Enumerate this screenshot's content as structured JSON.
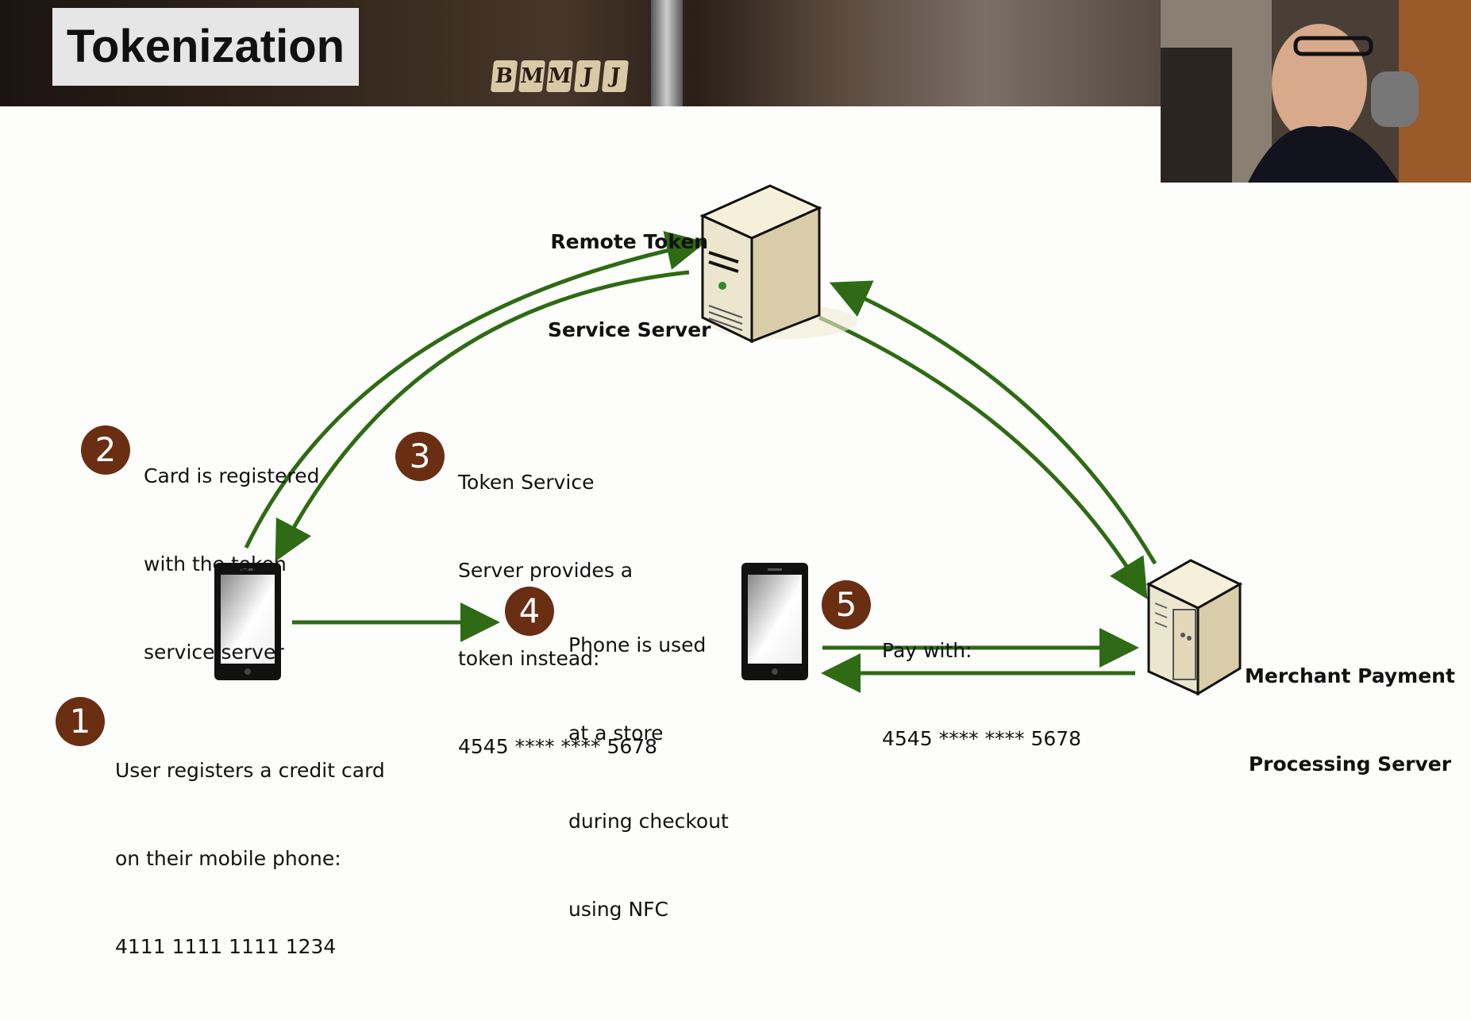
{
  "title": "Tokenization",
  "banner_dial_letters": [
    "B",
    "M",
    "M",
    "J",
    "J"
  ],
  "remote_server_label": [
    "Remote Token",
    "Service Server"
  ],
  "merchant_server_label": [
    "Merchant Payment",
    "Processing Server"
  ],
  "steps": [
    {
      "number": "1",
      "lines": [
        "User registers a credit card",
        "on their mobile phone:",
        "4111 1111 1111 1234"
      ]
    },
    {
      "number": "2",
      "lines": [
        "Card is registered",
        "with the token",
        "service server"
      ]
    },
    {
      "number": "3",
      "lines": [
        "Token Service",
        "Server provides a",
        "token instead:",
        "4545 **** **** 5678"
      ]
    },
    {
      "number": "4",
      "lines": [
        "Phone is used",
        "at a store",
        "during checkout",
        "using NFC"
      ]
    },
    {
      "number": "5",
      "lines": [
        "Pay with:",
        "4545 **** **** 5678"
      ]
    }
  ],
  "colors": {
    "arrow": "#2e6b14",
    "badge": "#6a2e12",
    "server_body": "#ede6cf"
  }
}
